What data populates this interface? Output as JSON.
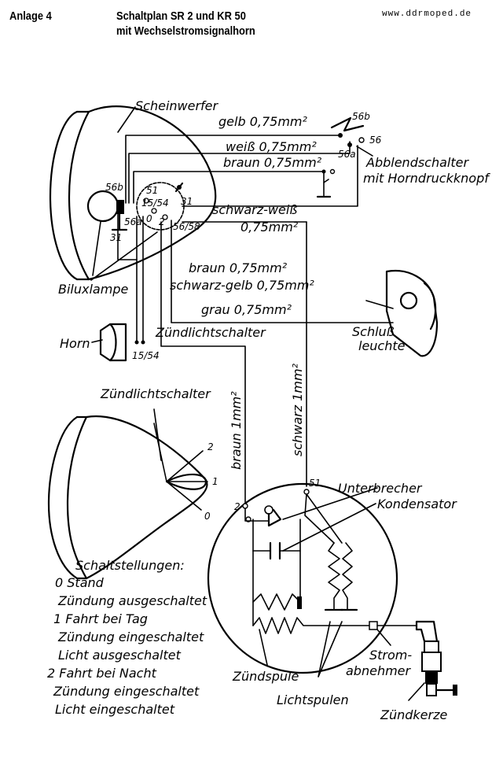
{
  "header": {
    "attachment": "Anlage 4",
    "title_line1": "Schaltplan SR 2 und KR 50",
    "title_line2": "mit Wechselstromsignalhorn",
    "website": "www.ddrmoped.de"
  },
  "components": {
    "scheinwerfer": "Scheinwerfer",
    "abblendschalter": "Abblendschalter",
    "horndruckknopf": "mit Horndruckknopf",
    "biluxlampe": "Biluxlampe",
    "horn": "Horn",
    "schlussleuchte_1": "Schluß",
    "schlussleuchte_2": "leuchte",
    "zuendlichtschalter_wire": "Zündlichtschalter",
    "zuendlichtschalter_detail": "Zündlichtschalter",
    "unterbrecher": "Unterbrecher",
    "kondensator": "Kondensator",
    "zuendspule": "Zündspule",
    "lichtspulen": "Lichtspulen",
    "stromabnehmer_1": "Strom-",
    "stromabnehmer_2": "abnehmer",
    "zuendkerze": "Zündkerze"
  },
  "wires": {
    "gelb": "gelb 0,75mm²",
    "weiss": "weiß 0,75mm²",
    "braun_top": "braun 0,75mm²",
    "schwarz_weiss_1": "schwarz-weiß",
    "schwarz_weiss_2": "0,75mm²",
    "braun_mid": "braun 0,75mm²",
    "schwarz_gelb": "schwarz-gelb 0,75mm²",
    "grau": "grau 0,75mm²",
    "braun_1mm": "braun 1mm²",
    "schwarz_1mm": "schwarz 1mm²"
  },
  "terminals": {
    "t56b_sw": "56b",
    "t56_sw": "56",
    "t56a_sw": "56a",
    "t56b_lamp": "56b",
    "t56a_lamp": "56a",
    "t31_lamp": "31",
    "t51_sw": "51",
    "t15_54_sw": "15/54",
    "t31_sw": "31",
    "t0_sw": "0",
    "t2_sw": "2",
    "t56_58_sw": "56/58",
    "t15_54_horn": "15/54",
    "t51_gen": "51",
    "t2_gen": "2",
    "pos_0": "0",
    "pos_1": "1",
    "pos_2": "2"
  },
  "switch_positions": {
    "heading": "Schaltstellungen:",
    "lines": [
      "0 Stand",
      "Zündung ausgeschaltet",
      "1 Fahrt bei Tag",
      "Zündung eingeschaltet",
      "Licht ausgeschaltet",
      "2 Fahrt bei Nacht",
      "Zündung eingeschaltet",
      "Licht eingeschaltet"
    ]
  }
}
